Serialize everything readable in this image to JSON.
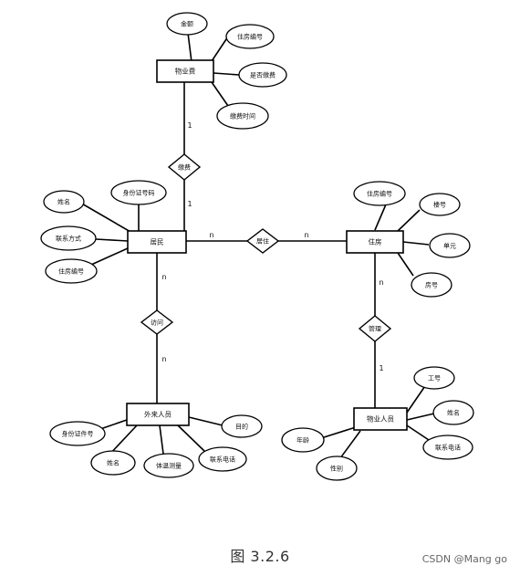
{
  "entities": {
    "property_fee": "物业费",
    "resident": "居民",
    "housing": "住房",
    "visitor": "外来人员",
    "staff": "物业人员"
  },
  "relationships": {
    "pay": "缴费",
    "live": "居住",
    "visit": "访问",
    "manage": "管理"
  },
  "attributes": {
    "fee_amount": "金额",
    "fee_housing_no": "住房编号",
    "fee_paid": "是否缴费",
    "fee_time": "缴费时间",
    "res_name": "姓名",
    "res_id": "身份证号码",
    "res_contact": "联系方式",
    "res_housing_no": "住房编号",
    "house_no": "住房编号",
    "house_building": "楼号",
    "house_unit": "单元",
    "house_room": "房号",
    "vis_id": "身份证件号",
    "vis_name": "姓名",
    "vis_temp": "体温测量",
    "vis_phone": "联系电话",
    "vis_purpose": "目的",
    "staff_no": "工号",
    "staff_name": "姓名",
    "staff_phone": "联系电话",
    "staff_age": "年龄",
    "staff_gender": "性别"
  },
  "cardinality": {
    "fee_pay": "1",
    "pay_resident": "1",
    "resident_live": "n",
    "live_housing": "n",
    "resident_visit": "n",
    "visit_visitor": "n",
    "housing_manage": "n",
    "manage_staff": "1"
  },
  "caption": "图 3.2.6",
  "watermark": "CSDN @Mang go"
}
